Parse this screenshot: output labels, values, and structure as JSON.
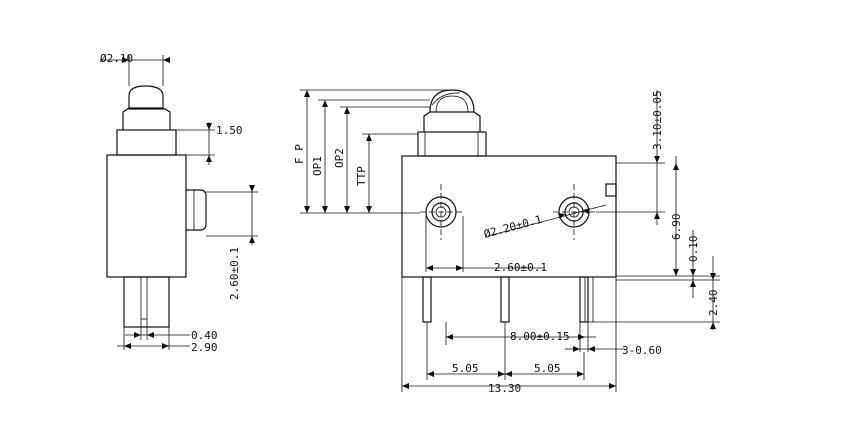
{
  "left_view": {
    "diameter_label": "Ø2.10",
    "plunger_height_label": "1.50",
    "pin_thickness_label": "0.40",
    "body_thickness_label": "2.90",
    "terminal_height_label": "2.60±0.1"
  },
  "right_view": {
    "fp_label": "F P",
    "op1_label": "OP1",
    "op2_label": "OP2",
    "ttp_label": "TTP",
    "plunger_offset_label": "3.10±0.05",
    "hole_diameter_label": "Ø2.20±0.1",
    "height_label": "6.90",
    "step_label": "0.10",
    "hole_height_label": "2.60±0.1",
    "terminal_length_label": "2.40",
    "hole_spacing_label": "8.00±0.15",
    "pin_width_label": "3-0.60",
    "pitch_left_label": "5.05",
    "pitch_right_label": "5.05",
    "overall_length_label": "13.30"
  }
}
